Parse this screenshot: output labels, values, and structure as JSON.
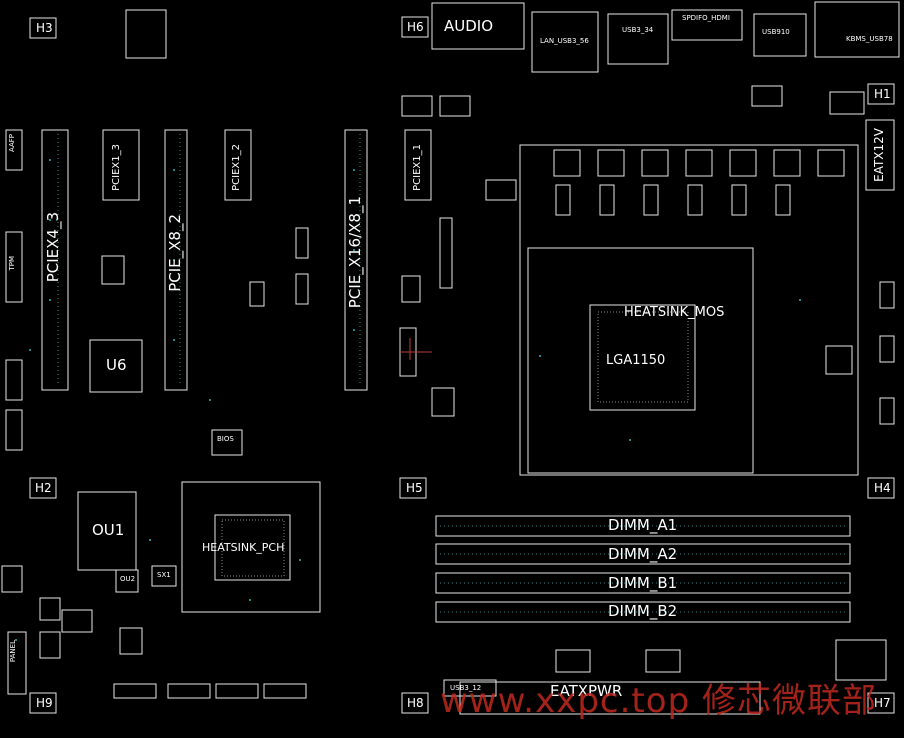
{
  "holes": {
    "h1": "H1",
    "h2": "H2",
    "h3": "H3",
    "h4": "H4",
    "h5": "H5",
    "h6": "H6",
    "h7": "H7",
    "h8": "H8",
    "h9": "H9"
  },
  "connectors": {
    "audio": "AUDIO",
    "lan_usb": "LAN_USB3_56",
    "usb3_34": "USB3_34",
    "spdif_hdmi": "SPDIFO_HDMI",
    "usb910": "USB910",
    "kbms": "KBMS_USB78",
    "eatx12v": "EATX12V",
    "eatxpwr": "EATXPWR",
    "usb3_12": "USB3_12",
    "panel": "PANEL",
    "aafp": "AAFP",
    "tpm": "TPM"
  },
  "slots": {
    "pciex4_3": "PCIEX4_3",
    "pciex1_3": "PCIEX1_3",
    "pcie_x8_2": "PCIE_X8_2",
    "pciex1_2": "PCIEX1_2",
    "pcie_x16_1": "PCIE_X16/X8_1",
    "pciex1_1": "PCIEX1_1"
  },
  "dimms": [
    "DIMM_A1",
    "DIMM_A2",
    "DIMM_B1",
    "DIMM_B2"
  ],
  "chips": {
    "u6": "U6",
    "ou1": "OU1",
    "heatsink_mos": "HEATSINK_MOS",
    "lga1150": "LGA1150",
    "heatsink_pch": "HEATSINK_PCH",
    "bios": "BIOS",
    "sx1": "SX1",
    "ou2": "OU2"
  },
  "watermark": "www.xxpc.top 修芯微联部"
}
